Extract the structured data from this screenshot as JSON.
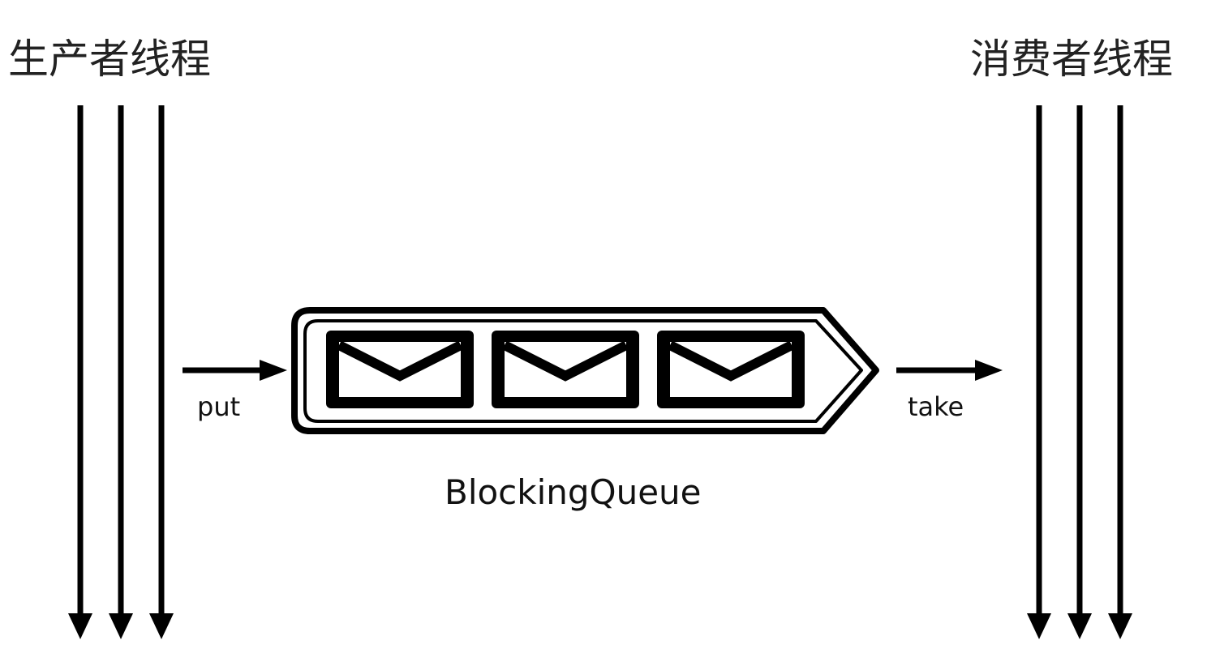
{
  "producer": {
    "title": "生产者线程",
    "thread_count": 3,
    "icon": "down-arrow-icon"
  },
  "consumer": {
    "title": "消费者线程",
    "thread_count": 3,
    "icon": "down-arrow-icon"
  },
  "queue": {
    "label": "BlockingQueue",
    "message_count": 3,
    "message_icon": "envelope-icon"
  },
  "operations": {
    "put_label": "put",
    "take_label": "take"
  },
  "colors": {
    "stroke": "#000000",
    "text": "#111111",
    "background": "#ffffff"
  }
}
